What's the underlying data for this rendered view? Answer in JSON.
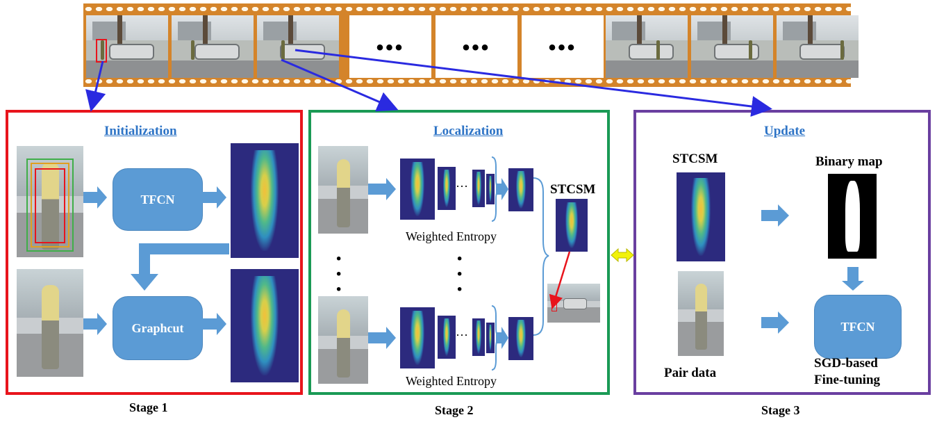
{
  "filmstrip": {
    "ellipsis": "•••"
  },
  "stage1": {
    "title": "Initialization",
    "box1": "TFCN",
    "box2": "Graphcut",
    "label": "Stage 1",
    "color": "#e8141c"
  },
  "stage2": {
    "title": "Localization",
    "weighted_entropy": "Weighted Entropy",
    "stcsm": "STCSM",
    "label": "Stage 2",
    "color": "#1a9a55",
    "ellipsis": "···"
  },
  "stage3": {
    "title": "Update",
    "stcsm": "STCSM",
    "binary_map": "Binary map",
    "pair_data": "Pair data",
    "tfcn": "TFCN",
    "finetune_line1": "SGD-based",
    "finetune_line2": "Fine-tuning",
    "label": "Stage 3",
    "color": "#6a3fa0"
  },
  "colors": {
    "arrow_blue": "#2a2ae0",
    "block_arrow": "#5b9bd5",
    "link_arrow": "#f2f20a",
    "title_blue": "#2e74c6"
  }
}
